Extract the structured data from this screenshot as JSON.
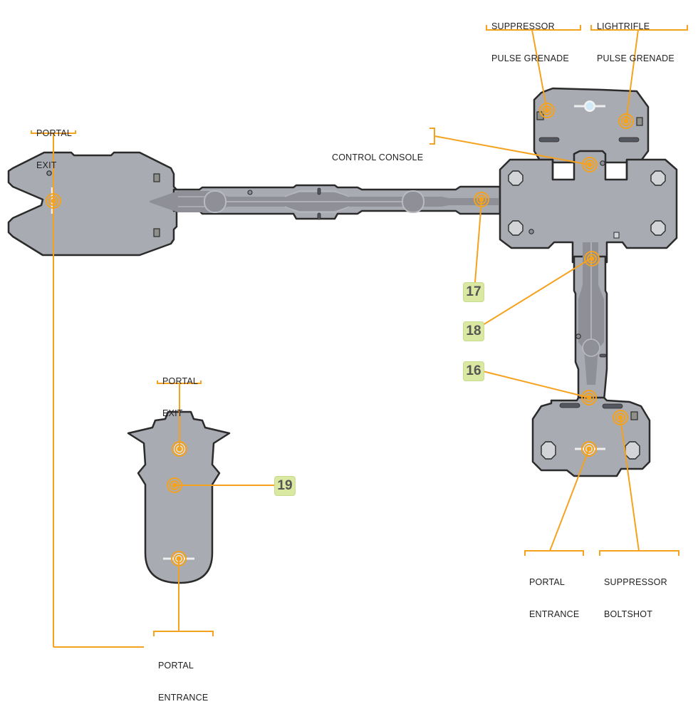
{
  "map": {
    "colors": {
      "floor": "#a9abb2",
      "floor_outline": "#2b2b2b",
      "channel": "#8e8f97",
      "channel_light": "#b9bbc2",
      "pillar": "#d3d4d8",
      "callout": "#f5a21e",
      "portal": "#cfe9f7",
      "label_box": "#dbe8a2",
      "label_text": "#555555"
    },
    "callouts": [
      {
        "id": "suppressor-pulse-grenade",
        "lines": [
          "SUPPRESSOR",
          "PULSE GRENADE"
        ]
      },
      {
        "id": "lightrifle-pulse-grenade",
        "lines": [
          "LIGHTRIFLE",
          "PULSE GRENADE"
        ]
      },
      {
        "id": "control-console",
        "lines": [
          "CONTROL CONSOLE"
        ]
      },
      {
        "id": "portal-exit-left",
        "lines": [
          "PORTAL",
          "EXIT"
        ]
      },
      {
        "id": "portal-exit-small",
        "lines": [
          "PORTAL",
          "EXIT"
        ]
      },
      {
        "id": "portal-entrance-bottom",
        "lines": [
          "PORTAL",
          "ENTRANCE"
        ]
      },
      {
        "id": "portal-entrance-right",
        "lines": [
          "PORTAL",
          "ENTRANCE"
        ]
      },
      {
        "id": "suppressor-boltshot",
        "lines": [
          "SUPPRESSOR",
          "BOLTSHOT"
        ]
      }
    ],
    "markers": [
      {
        "id": "marker-17",
        "label": "17"
      },
      {
        "id": "marker-18",
        "label": "18"
      },
      {
        "id": "marker-16",
        "label": "16"
      },
      {
        "id": "marker-19",
        "label": "19"
      }
    ]
  }
}
